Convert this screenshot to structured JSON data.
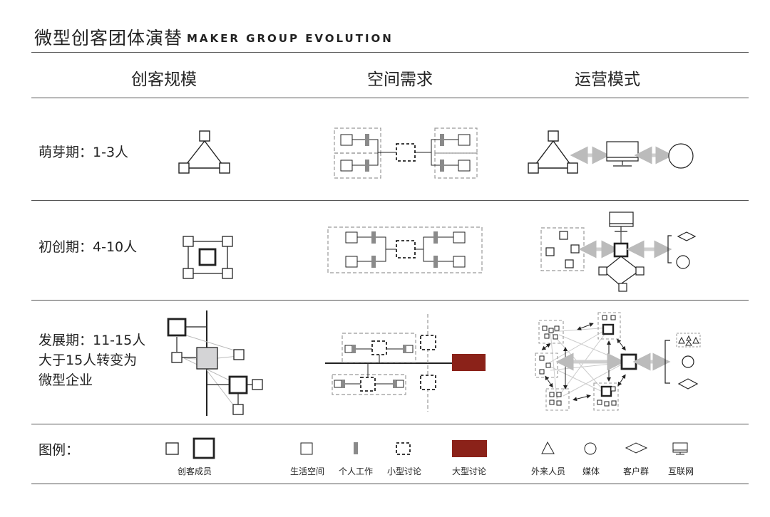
{
  "header": {
    "title_cn": "微型创客团体演替",
    "title_en": "MAKER GROUP EVOLUTION"
  },
  "columns": {
    "scale": "创客规模",
    "space": "空间需求",
    "operation": "运营模式"
  },
  "stages": [
    {
      "label": "萌芽期：1-3人"
    },
    {
      "label": "初创期：4-10人"
    },
    {
      "label_lines": [
        "发展期：11-15人",
        "大于15人转变为",
        "微型企业"
      ]
    }
  ],
  "legend": {
    "title": "图例：",
    "items": {
      "maker_member": "创客成员",
      "living_space": "生活空间",
      "personal_work": "个人工作",
      "small_discussion": "小型讨论",
      "large_discussion": "大型讨论",
      "outsider": "外来人员",
      "media": "媒体",
      "client_group": "客户群",
      "internet": "互联网"
    }
  },
  "colors": {
    "accent_red": "#8b2219",
    "gray_fill": "#d4d4d6",
    "work_gray": "#8a8a8a",
    "arrow_gray": "#cfcfcf",
    "line": "#222222"
  }
}
